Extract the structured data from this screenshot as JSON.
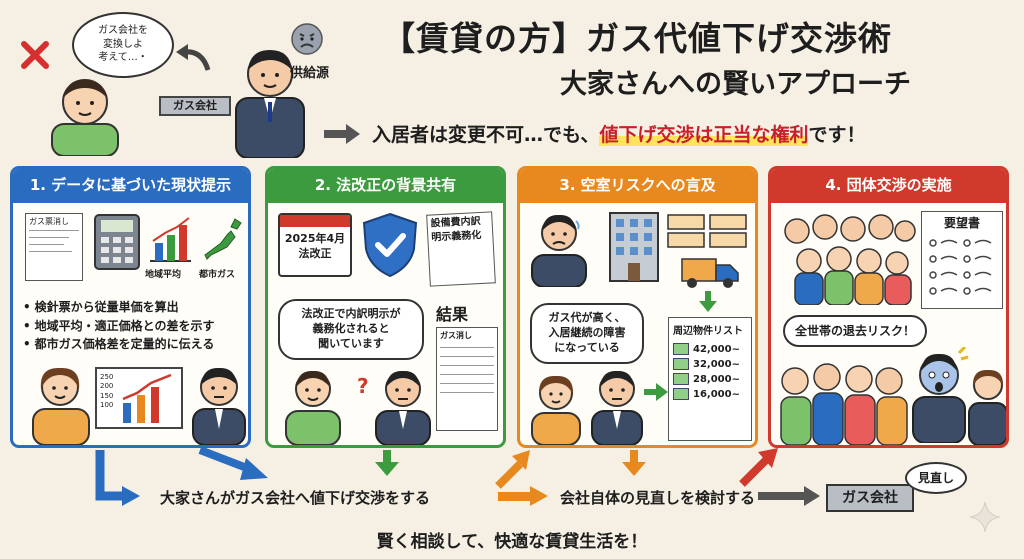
{
  "header": {
    "title_line1": "【賃貸の方】ガス代値下げ交渉術",
    "title_line2": "大家さんへの賢いアプローチ",
    "subline_prefix": "入居者は変更不可…でも、",
    "subline_highlight": "値下げ交渉は正当な権利",
    "subline_suffix": "です！",
    "speech_bubble": "ガス会社を\n変換しよ\n考えて…・",
    "supply_label": "供給源",
    "gas_company_sign": "ガス会社"
  },
  "panels": [
    {
      "title": "1. データに基づいた現状提示",
      "color": "#2a6cbf",
      "doc_label": "ガス票消し",
      "chart_labels": [
        "地域平均",
        "都市ガス"
      ],
      "bullets": [
        "検針票から従量単価を算出",
        "地域平均・適正価格との差を示す",
        "都市ガス価格差を定量的に伝える"
      ],
      "chart_scale": [
        "250",
        "200",
        "150",
        "100"
      ]
    },
    {
      "title": "2. 法改正の背景共有",
      "color": "#3d9b3f",
      "calendar_text": "2025年4月\n法改正",
      "doc_text": "設備費内訳\n明示義務化",
      "bubble": "法改正で内訳明示が\n義務化されると\n聞いています",
      "result_label": "結果",
      "result_doc_label": "ガス消し"
    },
    {
      "title": "3. 空室リスクへの言及",
      "color": "#e7891e",
      "bubble": "ガス代が高く、\n入居継続の障害\nになっている",
      "list_title": "周辺物件リスト",
      "list_items": [
        "42,000~",
        "32,000~",
        "28,000~",
        "16,000~"
      ]
    },
    {
      "title": "4. 団体交渉の実施",
      "color": "#cf3a2c",
      "doc_title": "要望書",
      "bubble": "全世帯の退去リスク！"
    }
  ],
  "flow": {
    "step1": "大家さんがガス会社へ値下げ交渉をする",
    "step2": "会社自体の見直しを検討する",
    "gas_box": "ガス会社",
    "review_bubble": "見直し"
  },
  "footer": "賢く相談して、快適な賃貸生活を！",
  "colors": {
    "blue": "#2a6cbf",
    "green": "#3d9b3f",
    "orange": "#e7891e",
    "red": "#cf3a2c",
    "highlight": "#c8202a",
    "background": "#f6f0e4"
  }
}
